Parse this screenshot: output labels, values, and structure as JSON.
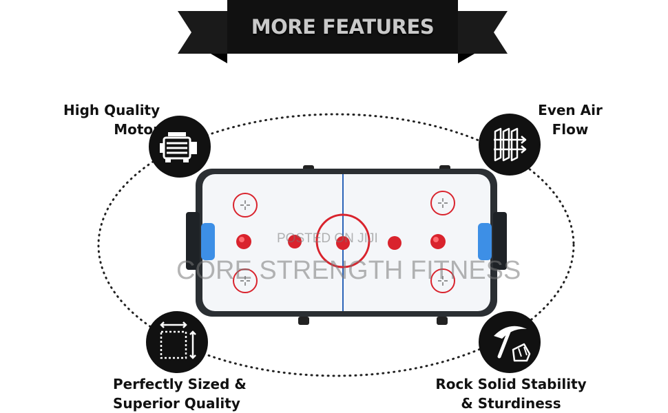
{
  "banner": {
    "title": "MORE FEATURES"
  },
  "features": {
    "top_left": {
      "line1": "High Quality",
      "line2": "Motor",
      "icon": "motor-icon"
    },
    "top_right": {
      "line1": "Even Air",
      "line2": "Flow",
      "icon": "air-flow-icon"
    },
    "bottom_left": {
      "line1": "Perfectly Sized &",
      "line2": "Superior Quality",
      "icon": "size-frame-icon"
    },
    "bottom_right": {
      "line1": "Rock Solid Stability",
      "line2": "& Sturdiness",
      "icon": "pickaxe-rock-icon"
    }
  },
  "watermark": {
    "line1": "POSTED ON JIJI",
    "line2": "CORE STRENGTH FITNESS"
  },
  "colors": {
    "banner": "#111111",
    "icon_bg": "#111111",
    "rink_red": "#d9232d",
    "rink_blue": "#2a63b8",
    "goal_blue": "#3d8fe6"
  }
}
